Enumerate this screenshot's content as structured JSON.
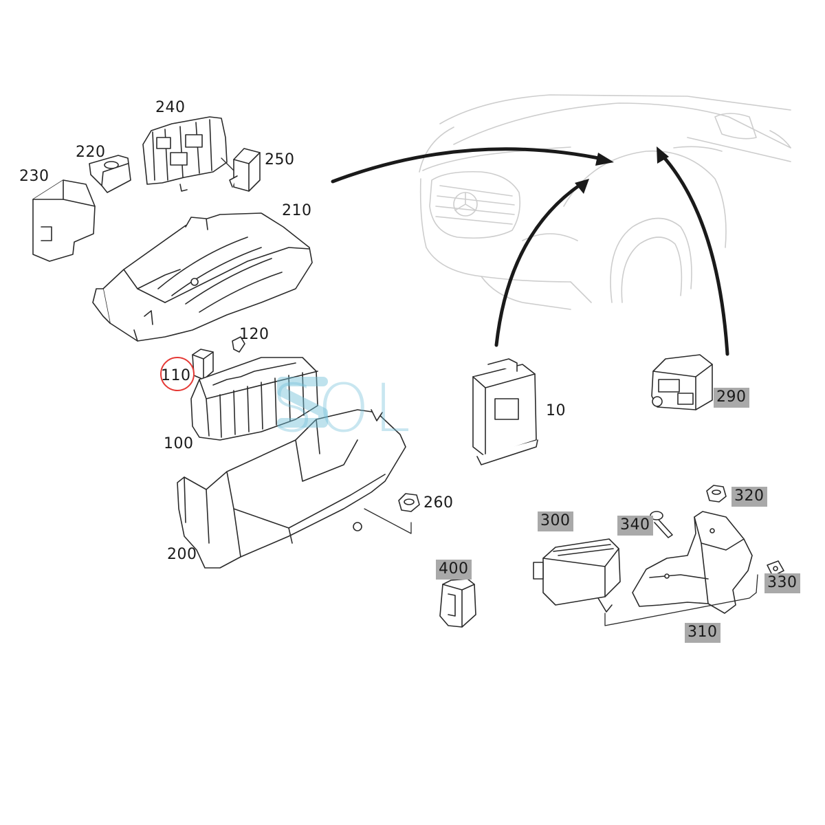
{
  "watermark": "SOL",
  "part_labels": {
    "p10": "10",
    "p100": "100",
    "p110": "110",
    "p120": "120",
    "p200": "200",
    "p210": "210",
    "p220": "220",
    "p230": "230",
    "p240": "240",
    "p250": "250",
    "p260": "260",
    "p290": "290",
    "p300": "300",
    "p310": "310",
    "p320": "320",
    "p330": "330",
    "p340": "340",
    "p400": "400"
  },
  "highlighted_part": "110",
  "colors": {
    "line": "#2a2a2a",
    "car_outline": "#c9c9c9",
    "label_highlight": "#a9a9a9",
    "circle_marker": "#e53935",
    "watermark": "#6ebed7"
  }
}
